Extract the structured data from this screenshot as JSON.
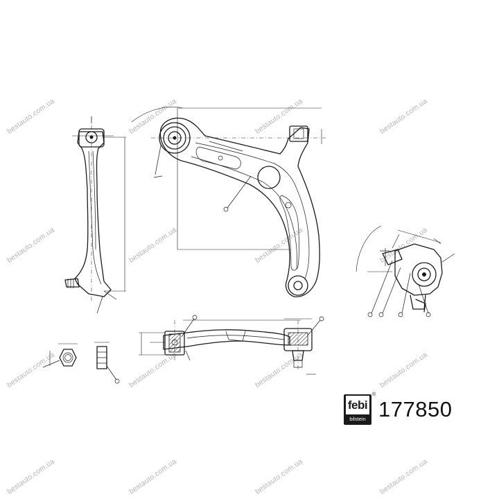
{
  "brand": {
    "logo_text": "febi",
    "logo_subtext": "bilstein",
    "registered_mark": "®"
  },
  "part_number": "177850",
  "watermark": "bestauto.com.ua"
}
